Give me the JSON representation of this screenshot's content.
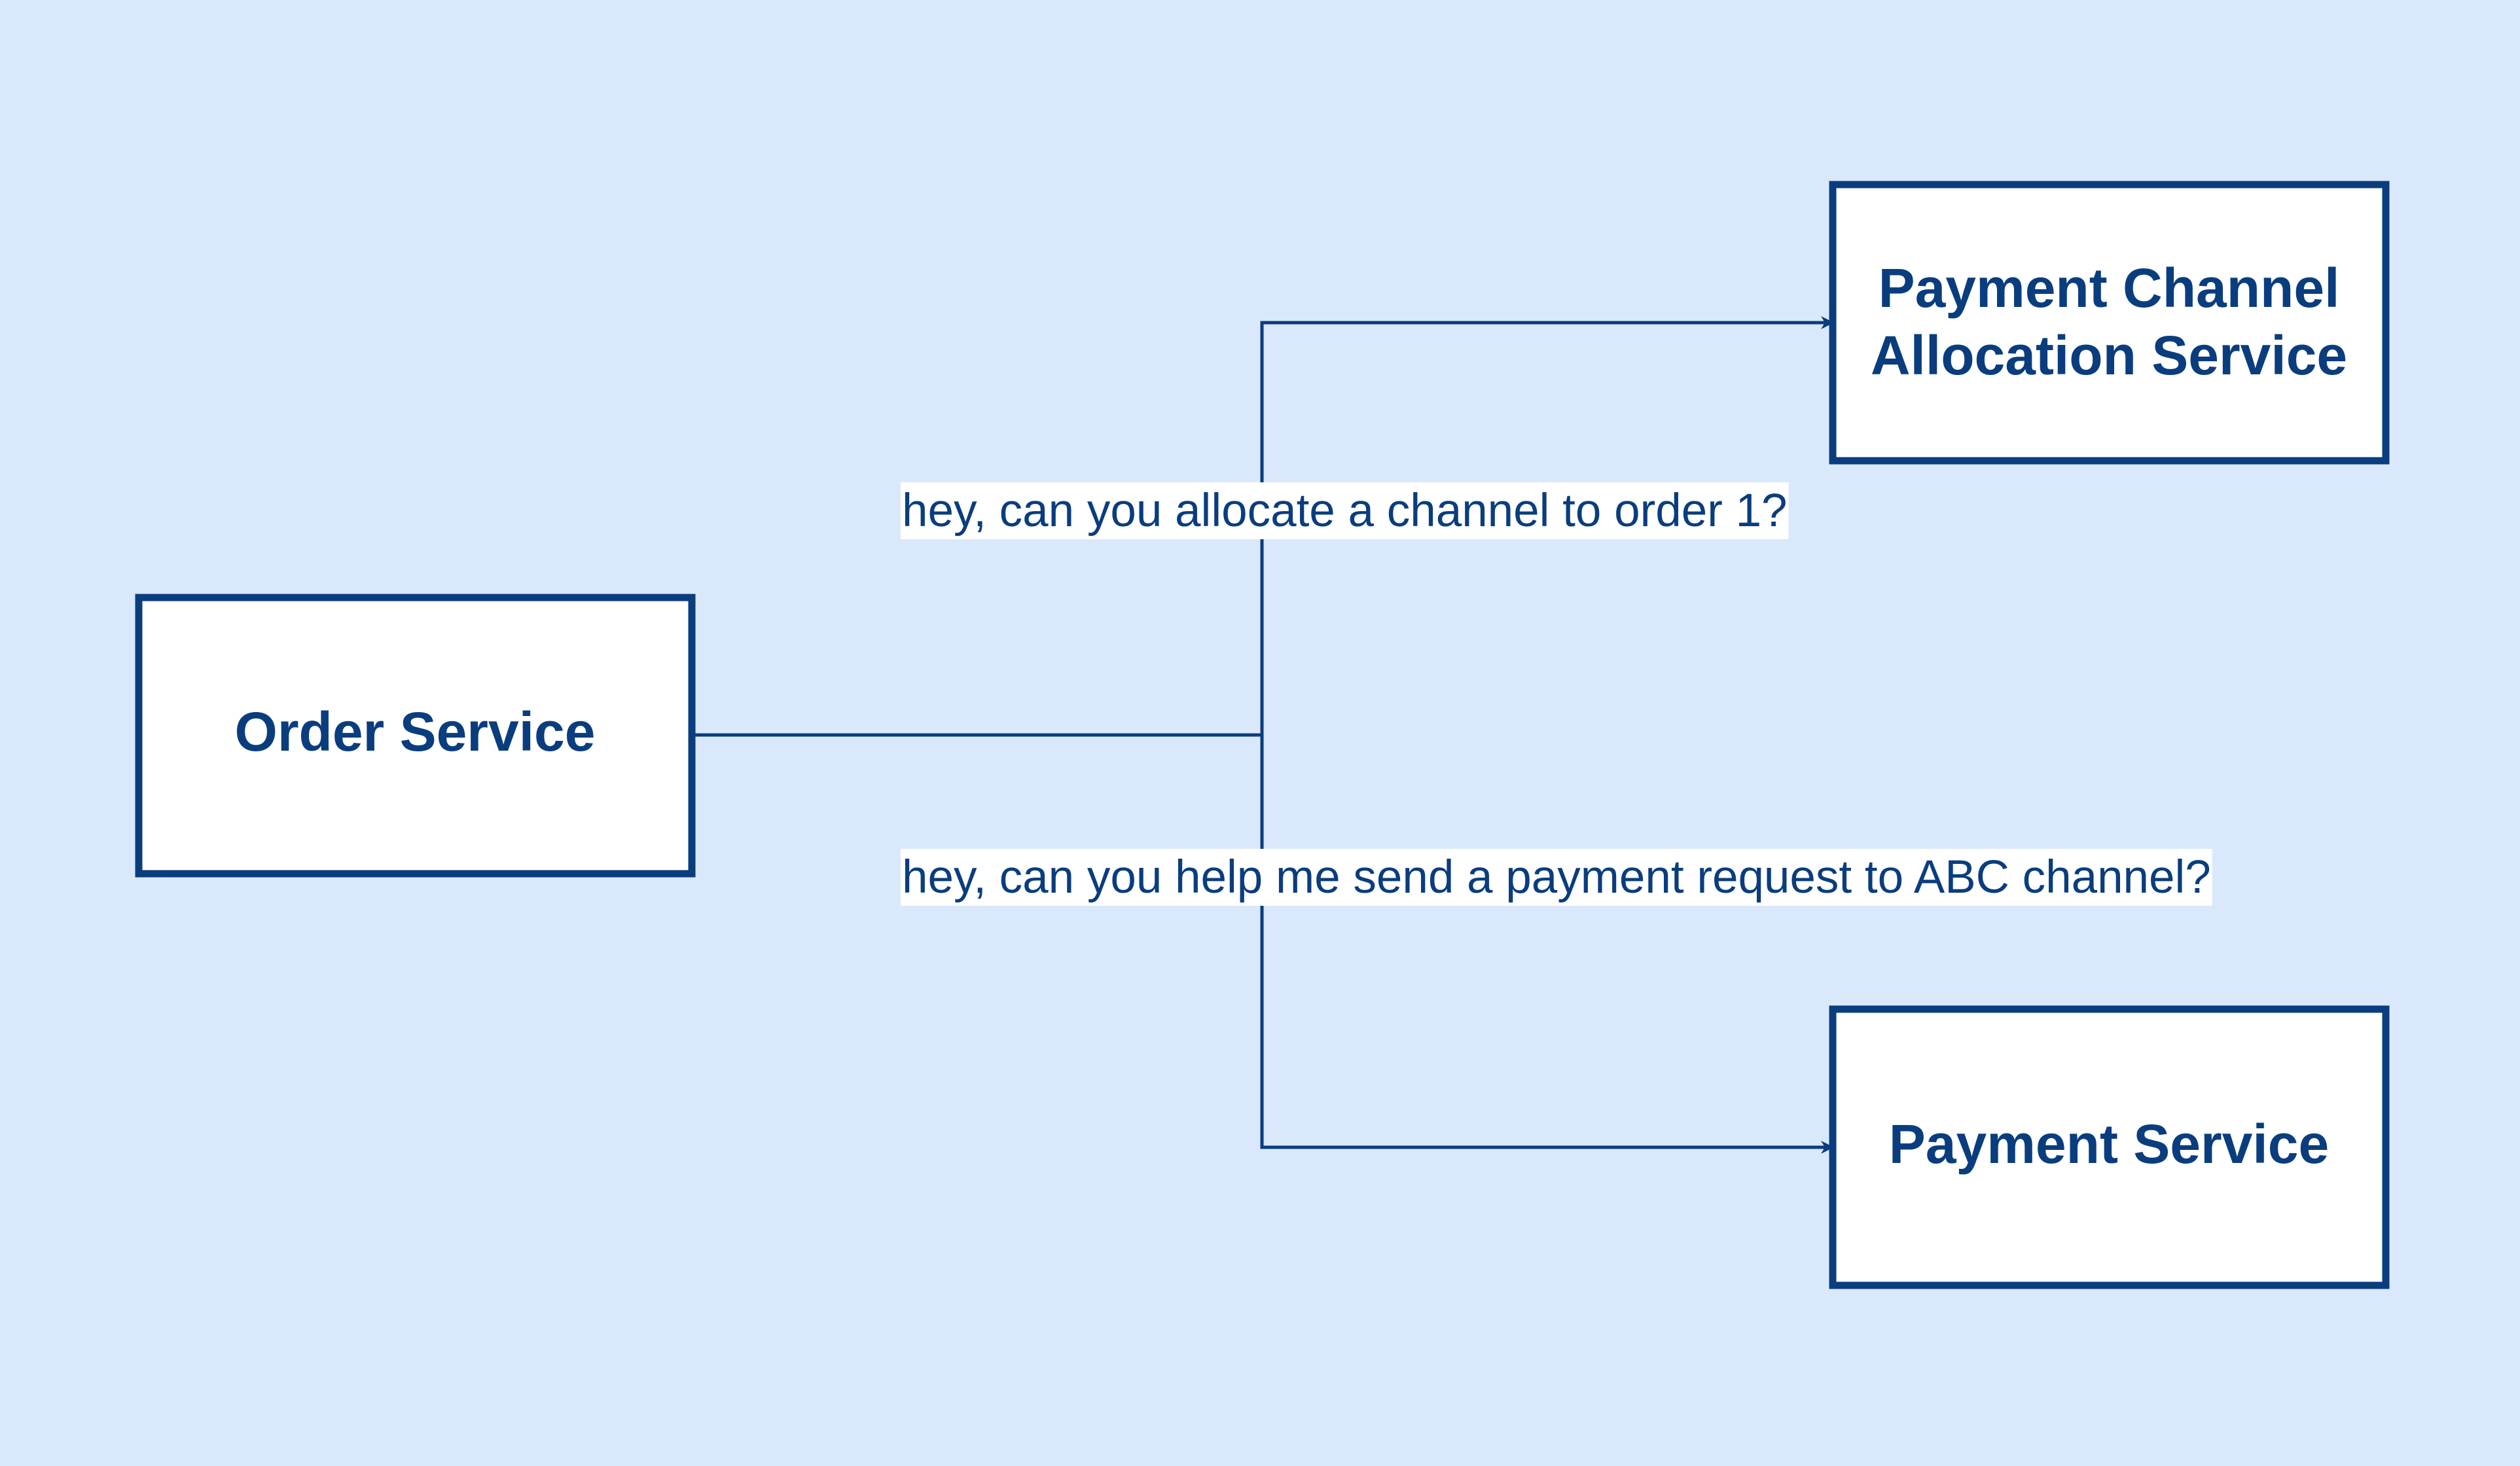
{
  "colors": {
    "background": "#dae8fc",
    "stroke": "#0a3d7e",
    "node_fill": "#ffffff",
    "label_bg": "#ffffff",
    "text": "#0a3d7e"
  },
  "nodes": {
    "order_service": {
      "label": "Order Service"
    },
    "payment_channel_allocation_service": {
      "label_line1": "Payment Channel",
      "label_line2": "Allocation Service"
    },
    "payment_service": {
      "label": "Payment Service"
    }
  },
  "edges": {
    "to_allocation": {
      "from": "Order Service",
      "to": "Payment Channel Allocation Service",
      "label": "hey, can you allocate a channel to order 1?"
    },
    "to_payment": {
      "from": "Order Service",
      "to": "Payment Service",
      "label": "hey, can you help me send a payment request to ABC channel?"
    }
  }
}
